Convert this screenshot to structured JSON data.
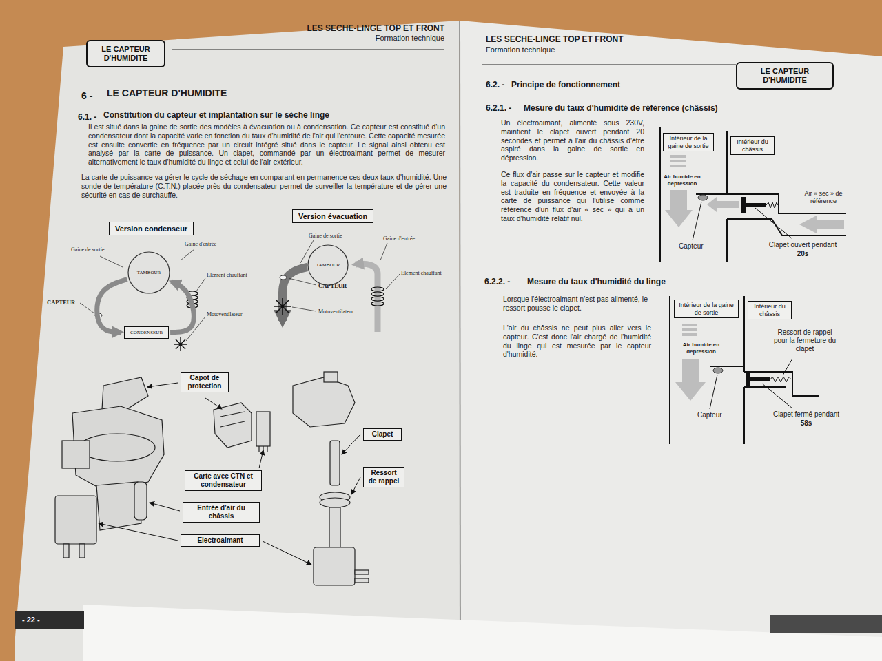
{
  "diagram": {
    "nodes": [
      {
        "text": [
          "LE CAPTEUR D'HUMIDITE"
        ]
      },
      {
        "text": [
          "LE CAPTEUR D'HUMIDITE"
        ]
      },
      {
        "text": [
          "Version condenseur"
        ]
      },
      {
        "text": [
          "Version évacuation"
        ]
      },
      {
        "text": [
          "TAMBOUR"
        ]
      },
      {
        "text": [
          "CONDENSEUR"
        ]
      },
      {
        "text": [
          "TAMBOUR"
        ]
      },
      {
        "text": [
          "Capot de protection"
        ]
      },
      {
        "text": [
          "Carte avec CTN et condensateur"
        ]
      },
      {
        "text": [
          "Entrée d'air du châssis"
        ]
      },
      {
        "text": [
          "Electroaimant"
        ]
      },
      {
        "text": [
          "Clapet"
        ]
      },
      {
        "text": [
          "Ressort de rappel"
        ]
      },
      {
        "text": [
          "Intérieur de la gaine de sortie"
        ]
      },
      {
        "text": [
          "Intérieur du châssis"
        ]
      },
      {
        "text": [
          "Intérieur de la gaine de sortie"
        ]
      },
      {
        "text": [
          "Intérieur du châssis"
        ]
      }
    ],
    "edges": [
      {
        "from": 4,
        "to": 5,
        "arrow": "to"
      },
      {
        "from": 5,
        "to": 4,
        "arrow": "to"
      }
    ],
    "labels": [
      "LES SECHE-LINGE TOP ET FRONT",
      "Formation technique",
      "6 -",
      "LE CAPTEUR D'HUMIDITE",
      "6.1. -",
      "Constitution du capteur et implantation sur le sèche linge",
      "Il est situé dans la gaine de sortie des modèles à évacuation ou à condensation. Ce capteur est constitué d'un condensateur dont la capacité varie en fonction du taux d'humidité de l'air qui l'entoure. Cette capacité mesurée est ensuite convertie en fréquence par un circuit intégré situé dans le capteur. Le signal ainsi obtenu est analysé par la carte de puissance. Un clapet, commandé par un électroaimant permet de mesurer alternativement le taux d'humidité du linge et celui de l'air extérieur.",
      "La carte de puissance va gérer le cycle de séchage en comparant en permanence ces deux taux d'humidité. Une sonde de température (C.T.N.) placée près du condensateur permet de surveiller la température et de gérer une sécurité en cas de surchauffe.",
      "Gaine de sortie",
      "Gaine d'entrée",
      "Elément chauffant",
      "CAPTEUR",
      "Motoventilateur",
      "Gaine de sortie",
      "Gaine d'entrée",
      "Elément chauffant",
      "CAPTEUR",
      "Motoventilateur",
      "- 22 -",
      "LES SECHE-LINGE TOP ET FRONT",
      "Formation technique",
      "6.2. -",
      "Principe de fonctionnement",
      "6.2.1. -",
      "Mesure du taux d'humidité de référence (châssis)",
      "Un électroaimant, alimenté sous 230V, maintient le clapet ouvert pendant 20 secondes et permet à l'air du châssis d'être aspiré dans la gaine de sortie en dépression.",
      "Ce flux d'air passe sur le capteur et modifie la capacité du condensateur. Cette valeur est traduite en fréquence et envoyée à la carte de puissance qui l'utilise comme référence d'un flux d'air « sec » qui a un taux d'humidité relatif nul.",
      "Air humide en dépression",
      "Air « sec » de référence",
      "Capteur",
      "Clapet ouvert pendant",
      "20s",
      "6.2.2. -",
      "Mesure du taux d'humidité du linge",
      "Lorsque l'électroaimant n'est pas alimenté, le ressort pousse le clapet.",
      "L'air du châssis ne peut plus aller vers le capteur. C'est donc l'air chargé de l'humidité du linge qui est mesurée par le capteur d'humidité.",
      "Air humide en dépression",
      "Ressort de rappel pour la fermeture du clapet",
      "Capteur",
      "Clapet fermé pendant",
      "58s"
    ]
  }
}
